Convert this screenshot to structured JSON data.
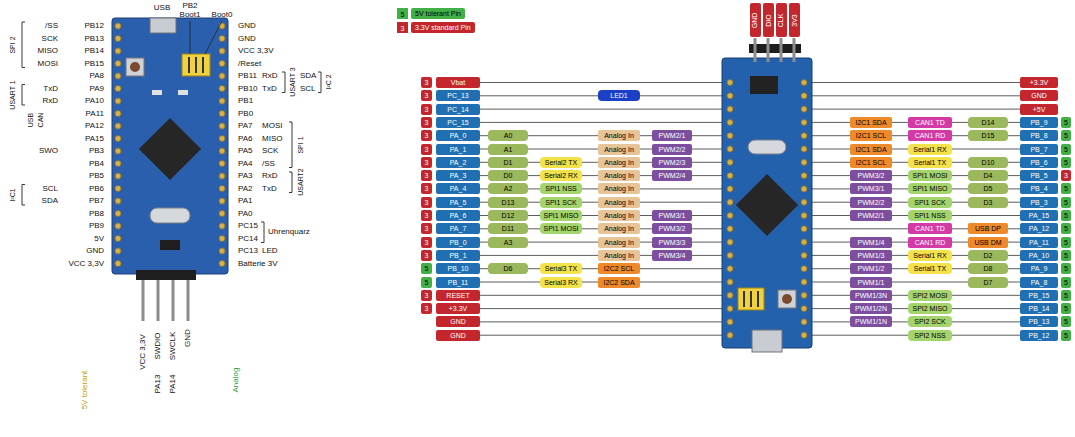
{
  "diagram": {
    "nodes": [
      {
        "text": [
          "GND"
        ]
      },
      {
        "text": [
          "DIO"
        ]
      },
      {
        "text": [
          "CLK"
        ]
      },
      {
        "text": [
          "3V3"
        ]
      },
      {
        "text": [
          "3"
        ]
      },
      {
        "text": [
          "Vbat"
        ]
      },
      {
        "text": [
          "3"
        ]
      },
      {
        "text": [
          "PC_13"
        ]
      },
      {
        "text": [
          "LED1"
        ]
      },
      {
        "text": [
          "3"
        ]
      },
      {
        "text": [
          "PC_14"
        ]
      },
      {
        "text": [
          "3"
        ]
      },
      {
        "text": [
          "PC_15"
        ]
      },
      {
        "text": [
          "3"
        ]
      },
      {
        "text": [
          "PA_0"
        ]
      },
      {
        "text": [
          "A0"
        ]
      },
      {
        "text": [
          "Analog In"
        ]
      },
      {
        "text": [
          "PWM2/1"
        ]
      },
      {
        "text": [
          "3"
        ]
      },
      {
        "text": [
          "PA_1"
        ]
      },
      {
        "text": [
          "A1"
        ]
      },
      {
        "text": [
          "Analog In"
        ]
      },
      {
        "text": [
          "PWM2/2"
        ]
      },
      {
        "text": [
          "3"
        ]
      },
      {
        "text": [
          "PA_2"
        ]
      },
      {
        "text": [
          "D1"
        ]
      },
      {
        "text": [
          "Serial2 TX"
        ]
      },
      {
        "text": [
          "Analog In"
        ]
      },
      {
        "text": [
          "PWM2/3"
        ]
      },
      {
        "text": [
          "3"
        ]
      },
      {
        "text": [
          "PA_3"
        ]
      },
      {
        "text": [
          "D0"
        ]
      },
      {
        "text": [
          "Serial2 RX"
        ]
      },
      {
        "text": [
          "Analog In"
        ]
      },
      {
        "text": [
          "PWM2/4"
        ]
      },
      {
        "text": [
          "3"
        ]
      },
      {
        "text": [
          "PA_4"
        ]
      },
      {
        "text": [
          "A2"
        ]
      },
      {
        "text": [
          "SPI1 NSS"
        ]
      },
      {
        "text": [
          "Analog In"
        ]
      },
      {
        "text": [
          "3"
        ]
      },
      {
        "text": [
          "PA_5"
        ]
      },
      {
        "text": [
          "D13"
        ]
      },
      {
        "text": [
          "SPI1 SCK"
        ]
      },
      {
        "text": [
          "Analog In"
        ]
      },
      {
        "text": [
          "3"
        ]
      },
      {
        "text": [
          "PA_6"
        ]
      },
      {
        "text": [
          "D12"
        ]
      },
      {
        "text": [
          "SPI1 MISO"
        ]
      },
      {
        "text": [
          "Analog In"
        ]
      },
      {
        "text": [
          "PWM3/1"
        ]
      },
      {
        "text": [
          "3"
        ]
      },
      {
        "text": [
          "PA_7"
        ]
      },
      {
        "text": [
          "D11"
        ]
      },
      {
        "text": [
          "SPI1 MOSI"
        ]
      },
      {
        "text": [
          "Analog In"
        ]
      },
      {
        "text": [
          "PWM3/2"
        ]
      },
      {
        "text": [
          "3"
        ]
      },
      {
        "text": [
          "PB_0"
        ]
      },
      {
        "text": [
          "A3"
        ]
      },
      {
        "text": [
          "Analog In"
        ]
      },
      {
        "text": [
          "PWM3/3"
        ]
      },
      {
        "text": [
          "3"
        ]
      },
      {
        "text": [
          "PB_1"
        ]
      },
      {
        "text": [
          "Analog In"
        ]
      },
      {
        "text": [
          "PWM3/4"
        ]
      },
      {
        "text": [
          "5"
        ]
      },
      {
        "text": [
          "PB_10"
        ]
      },
      {
        "text": [
          "D6"
        ]
      },
      {
        "text": [
          "Serial3 TX"
        ]
      },
      {
        "text": [
          "I2C2 SCL"
        ]
      },
      {
        "text": [
          "5"
        ]
      },
      {
        "text": [
          "PB_11"
        ]
      },
      {
        "text": [
          "Serial3 RX"
        ]
      },
      {
        "text": [
          "I2C2 SDA"
        ]
      },
      {
        "text": [
          "3"
        ]
      },
      {
        "text": [
          "RESET"
        ]
      },
      {
        "text": [
          "3"
        ]
      },
      {
        "text": [
          "+3.3V"
        ]
      },
      {
        "text": [
          "GND"
        ]
      },
      {
        "text": [
          "GND"
        ]
      },
      {
        "text": [
          "+3.3V"
        ]
      },
      {
        "text": [
          "GND"
        ]
      },
      {
        "text": [
          "+5V"
        ]
      },
      {
        "text": [
          "I2C1 SDA"
        ]
      },
      {
        "text": [
          "CAN1 TD"
        ]
      },
      {
        "text": [
          "D14"
        ]
      },
      {
        "text": [
          "PB_9"
        ]
      },
      {
        "text": [
          "5"
        ]
      },
      {
        "text": [
          "I2C1 SCL"
        ]
      },
      {
        "text": [
          "CAN1 RD"
        ]
      },
      {
        "text": [
          "D15"
        ]
      },
      {
        "text": [
          "PB_8"
        ]
      },
      {
        "text": [
          "5"
        ]
      },
      {
        "text": [
          "I2C1 SDA"
        ]
      },
      {
        "text": [
          "Serial1 RX"
        ]
      },
      {
        "text": [
          "PB_7"
        ]
      },
      {
        "text": [
          "5"
        ]
      },
      {
        "text": [
          "I2C1 SCL"
        ]
      },
      {
        "text": [
          "Serial1 TX"
        ]
      },
      {
        "text": [
          "D10"
        ]
      },
      {
        "text": [
          "PB_6"
        ]
      },
      {
        "text": [
          "5"
        ]
      },
      {
        "text": [
          "PWM3/2"
        ]
      },
      {
        "text": [
          "SPI1 MOSI"
        ]
      },
      {
        "text": [
          "D4"
        ]
      },
      {
        "text": [
          "PB_5"
        ]
      },
      {
        "text": [
          "3"
        ]
      },
      {
        "text": [
          "PWM3/1"
        ]
      },
      {
        "text": [
          "SPI1 MISO"
        ]
      },
      {
        "text": [
          "D5"
        ]
      },
      {
        "text": [
          "PB_4"
        ]
      },
      {
        "text": [
          "5"
        ]
      },
      {
        "text": [
          "PWM2/2"
        ]
      },
      {
        "text": [
          "SPI1 SCK"
        ]
      },
      {
        "text": [
          "D3"
        ]
      },
      {
        "text": [
          "PB_3"
        ]
      },
      {
        "text": [
          "5"
        ]
      },
      {
        "text": [
          "PWM2/1"
        ]
      },
      {
        "text": [
          "SPI1 NSS"
        ]
      },
      {
        "text": [
          "PA_15"
        ]
      },
      {
        "text": [
          "5"
        ]
      },
      {
        "text": [
          "CAN1 TD"
        ]
      },
      {
        "text": [
          "USB DP"
        ]
      },
      {
        "text": [
          "PA_12"
        ]
      },
      {
        "text": [
          "5"
        ]
      },
      {
        "text": [
          "PWM1/4"
        ]
      },
      {
        "text": [
          "CAN1 RD"
        ]
      },
      {
        "text": [
          "USB DM"
        ]
      },
      {
        "text": [
          "PA_11"
        ]
      },
      {
        "text": [
          "5"
        ]
      },
      {
        "text": [
          "PWM1/3"
        ]
      },
      {
        "text": [
          "Serial1 RX"
        ]
      },
      {
        "text": [
          "D2"
        ]
      },
      {
        "text": [
          "PA_10"
        ]
      },
      {
        "text": [
          "5"
        ]
      },
      {
        "text": [
          "PWM1/2"
        ]
      },
      {
        "text": [
          "Serial1 TX"
        ]
      },
      {
        "text": [
          "D8"
        ]
      },
      {
        "text": [
          "PA_9"
        ]
      },
      {
        "text": [
          "5"
        ]
      },
      {
        "text": [
          "PWM1/1"
        ]
      },
      {
        "text": [
          "D7"
        ]
      },
      {
        "text": [
          "PA_8"
        ]
      },
      {
        "text": [
          "5"
        ]
      },
      {
        "text": [
          "PWM1/3N"
        ]
      },
      {
        "text": [
          "SPI2 MOSI"
        ]
      },
      {
        "text": [
          "PB_15"
        ]
      },
      {
        "text": [
          "5"
        ]
      },
      {
        "text": [
          "PWM1/2N"
        ]
      },
      {
        "text": [
          "SPI2 MISO"
        ]
      },
      {
        "text": [
          "PB_14"
        ]
      },
      {
        "text": [
          "5"
        ]
      },
      {
        "text": [
          "PWM1/1N"
        ]
      },
      {
        "text": [
          "SPI2 SCK"
        ]
      },
      {
        "text": [
          "PB_13"
        ]
      },
      {
        "text": [
          "5"
        ]
      },
      {
        "text": [
          "SPI2 NSS"
        ]
      },
      {
        "text": [
          "PB_12"
        ]
      },
      {
        "text": [
          "5"
        ]
      }
    ],
    "labels": [
      "5",
      "3",
      "USB",
      "PB2",
      "Boot1",
      "Boot0",
      "PB12",
      "PB13",
      "PB14",
      "PB15",
      "PA8",
      "PA9",
      "PA10",
      "PA11",
      "PA12",
      "PA15",
      "PB3",
      "PB4",
      "PB5",
      "PB6",
      "PB7",
      "PB8",
      "PB9",
      "5V",
      "GND",
      "VCC 3,3V",
      "/SS",
      "SCK",
      "MISO",
      "MOSI",
      "TxD",
      "RxD",
      "SWO",
      "SCL",
      "SDA",
      "SPI 2",
      "USART 1",
      "USB",
      "CAN",
      "I²C1",
      "GND",
      "GND",
      "VCC 3,3V",
      "/Reset",
      "PB11",
      "PB10",
      "PB1",
      "PB0",
      "PA7",
      "PA6",
      "PA5",
      "PA4",
      "PA3",
      "PA2",
      "PA1",
      "PA0",
      "PC15",
      "PC14",
      "PC13",
      "Batterie 3V",
      "RxD",
      "TxD",
      "USART 3",
      "SDA",
      "SCL",
      "I²C 2",
      "MOSI",
      "MISO",
      "SCK",
      "/SS",
      "SPI 1",
      "RxD",
      "TxD",
      "USART2",
      "Uhrenquarz",
      "LED",
      "VCC 3,3V",
      "SWDIO",
      "SWCLK",
      "GND",
      "PA13",
      "PA14",
      "5V tolerant",
      "Analog"
    ],
    "legend": [
      {
        "text": "5V tolerant Pin",
        "color": "#43b047"
      },
      {
        "text": "3.3V standard Pin",
        "color": "#c4262e"
      }
    ]
  }
}
